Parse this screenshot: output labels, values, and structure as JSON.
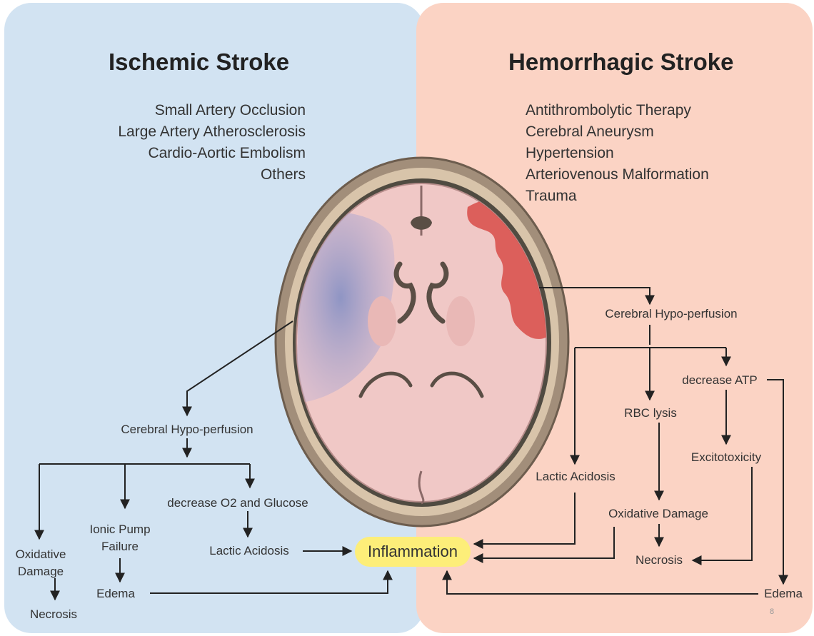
{
  "ischemic": {
    "title": "Ischemic Stroke",
    "causes": [
      "Small Artery Occlusion",
      "Large Artery Atherosclerosis",
      "Cardio-Aortic Embolism",
      "Others"
    ],
    "flow": {
      "hypoperfusion": "Cerebral Hypo-perfusion",
      "oxidative_damage": "Oxidative\nDamage",
      "necrosis": "Necrosis",
      "ionic_pump": "Ionic Pump\nFailure",
      "edema": "Edema",
      "decrease_o2": "decrease O2 and Glucose",
      "lactic_acidosis": "Lactic Acidosis"
    }
  },
  "hemorrhagic": {
    "title": "Hemorrhagic Stroke",
    "causes": [
      "Antithrombolytic Therapy",
      "Cerebral Aneurysm",
      "Hypertension",
      "Arteriovenous Malformation",
      "Trauma"
    ],
    "flow": {
      "hypoperfusion": "Cerebral Hypo-perfusion",
      "decrease_atp": "decrease ATP",
      "rbc_lysis": "RBC lysis",
      "excitotoxicity": "Excitotoxicity",
      "lactic_acidosis": "Lactic Acidosis",
      "oxidative_damage": "Oxidative Damage",
      "necrosis": "Necrosis",
      "edema": "Edema"
    }
  },
  "center": {
    "inflammation": "Inflammation"
  },
  "page_number": "8",
  "colors": {
    "ischemic_bg": "#d2e3f2",
    "hemorrhagic_bg": "#fbd3c4",
    "inflammation_badge": "#fdee79",
    "ischemic_lesion": "#8f95c4",
    "hemorrhagic_lesion": "#d9534f"
  }
}
